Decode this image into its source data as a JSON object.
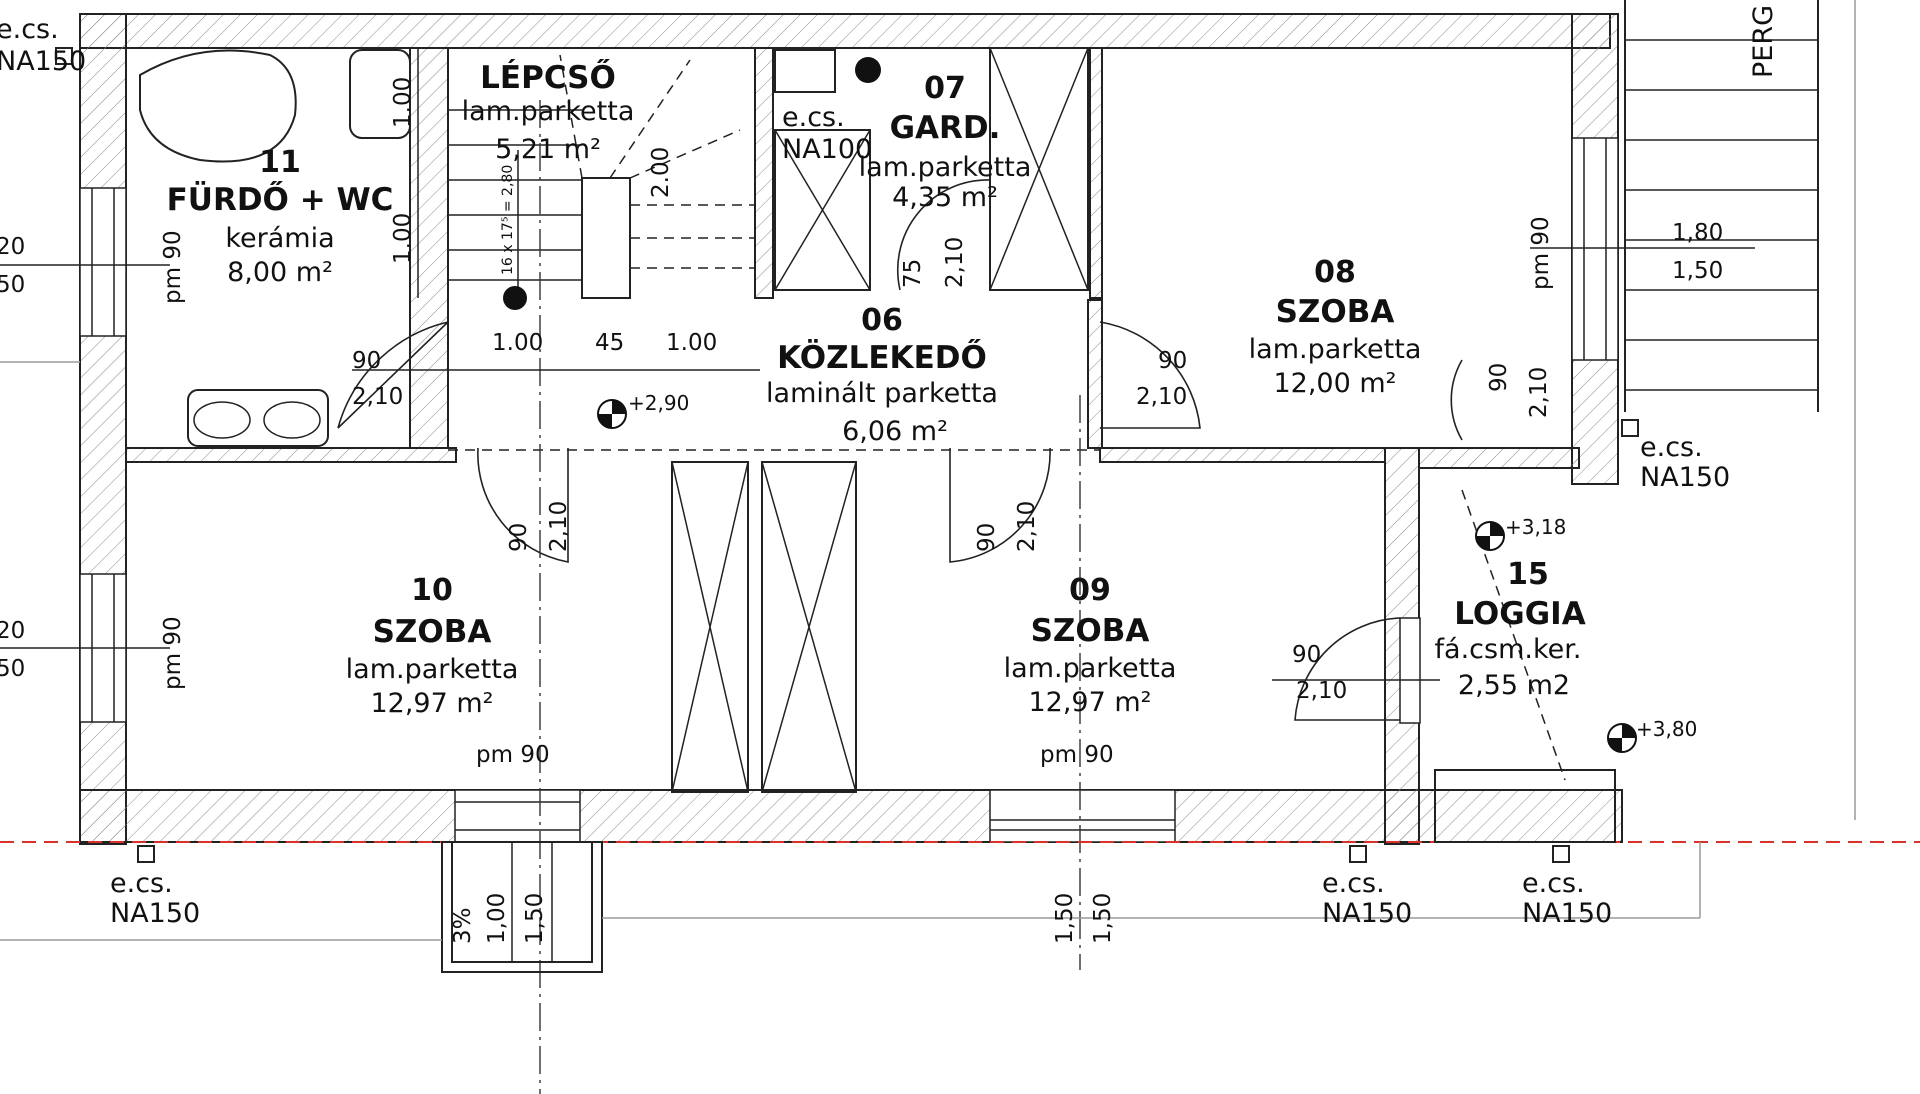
{
  "rooms": {
    "r11": {
      "number": "11",
      "name": "FÜRDŐ + WC",
      "material": "kerámia",
      "area": "8,00 m²"
    },
    "lepcso": {
      "name": "LÉPCSŐ",
      "material": "lam.parketta",
      "area": "5,21 m²"
    },
    "r07": {
      "number": "07",
      "name": "GARD.",
      "material": "lam.parketta",
      "area": "4,35 m²"
    },
    "r08": {
      "number": "08",
      "name": "SZOBA",
      "material": "lam.parketta",
      "area": "12,00 m²"
    },
    "r06": {
      "number": "06",
      "name": "KÖZLEKEDŐ",
      "material": "laminált parketta",
      "area": "6,06 m²"
    },
    "r10": {
      "number": "10",
      "name": "SZOBA",
      "material": "lam.parketta",
      "area": "12,97 m²"
    },
    "r09": {
      "number": "09",
      "name": "SZOBA",
      "material": "lam.parketta",
      "area": "12,97 m²"
    },
    "r15": {
      "number": "15",
      "name": "LOGGIA",
      "material": "fá.csm.ker.",
      "area": "2,55 m2"
    }
  },
  "levels": {
    "l1": "+2,90",
    "l2": "+3,18",
    "l3": "+3,80"
  },
  "outlets": {
    "o1_a": "e.cs.",
    "o1_b": "NA150",
    "o2_a": "e.cs.",
    "o2_b": "NA100",
    "o3_a": "e.cs.",
    "o3_b": "NA150",
    "o4_a": "e.cs.",
    "o4_b": "NA150",
    "o5_a": "e.cs.",
    "o5_b": "NA150",
    "o6_a": "e.cs.",
    "o6_b": "NA150"
  },
  "misc": {
    "perg": "PERG",
    "stairs": "16 x 17⁵ = 2,80",
    "slope": "3%"
  },
  "dims": {
    "d100": "1.00",
    "d100b": "1.00",
    "d100c": "1.00",
    "d100d": "1.00",
    "d45": "45",
    "d200": "2.00",
    "d90a": "90",
    "d90b": "90",
    "d90c": "90",
    "d90d": "90",
    "d90e": "90",
    "d90f": "90",
    "d210a": "2,10",
    "d210b": "2,10",
    "d210c": "2,10",
    "d210d": "2,10",
    "d210e": "2,10",
    "d210f": "2,10",
    "d210g": "2,10",
    "d75": "75",
    "pm1": "pm 90",
    "pm2": "pm 90",
    "pm3": "pm 90",
    "pm4": "pm 90",
    "pm5": "pm 90",
    "d180": "1,80",
    "d150a": "1,50",
    "d100e": "1,00",
    "d150b": "1,50",
    "d150c": "1,50",
    "d150d": "1,50",
    "e20a": "20",
    "e50a": "50",
    "e20b": "20",
    "e50b": "50"
  }
}
